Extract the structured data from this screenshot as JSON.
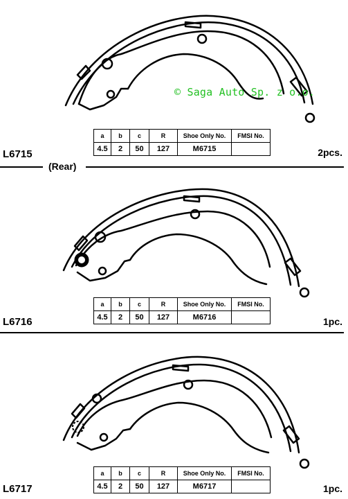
{
  "watermark": "© Saga Auto Sp. z o.o.",
  "headers": [
    "a",
    "b",
    "c",
    "R",
    "Shoe Only No.",
    "FMSI No."
  ],
  "items": [
    {
      "part": "L6715",
      "qty": "2pcs.",
      "note": "(Rear)",
      "a": "4.5",
      "b": "2",
      "c": "50",
      "R": "127",
      "shoe_only": "M6715",
      "fmsi": ""
    },
    {
      "part": "L6716",
      "qty": "1pc.",
      "a": "4.5",
      "b": "2",
      "c": "50",
      "R": "127",
      "shoe_only": "M6716",
      "fmsi": ""
    },
    {
      "part": "L6717",
      "qty": "1pc.",
      "a": "4.5",
      "b": "2",
      "c": "50",
      "R": "127",
      "shoe_only": "M6717",
      "fmsi": ""
    }
  ]
}
